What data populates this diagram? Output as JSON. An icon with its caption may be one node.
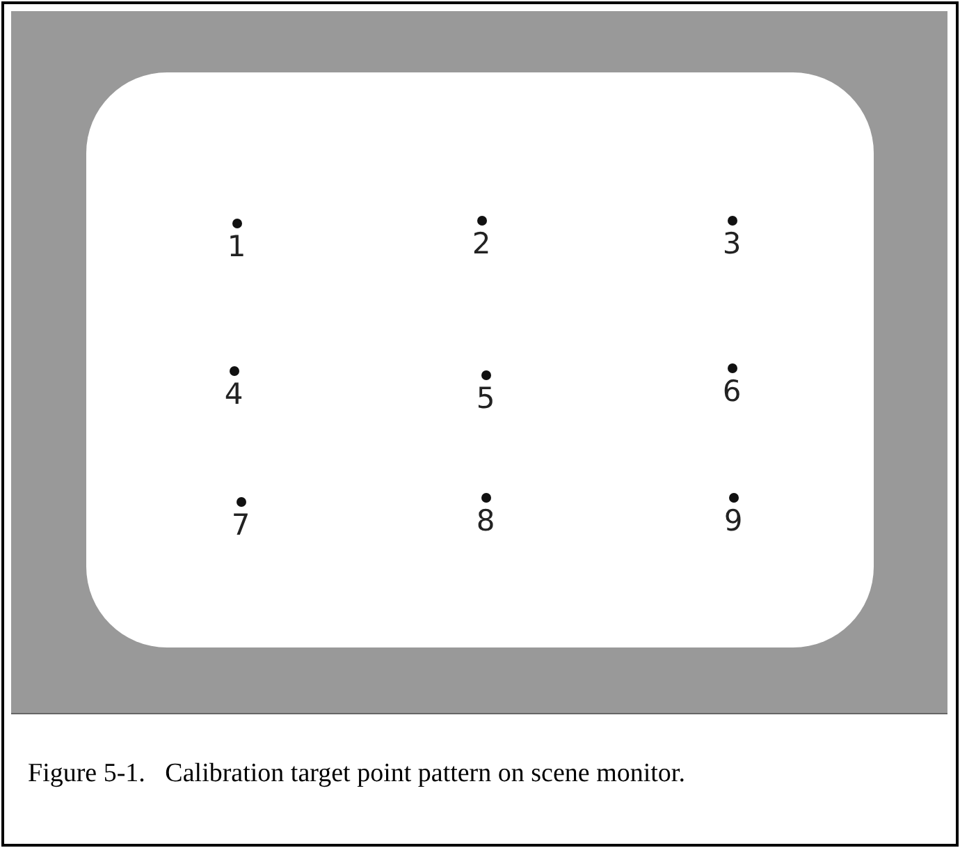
{
  "diagram": {
    "caption": "Figure 5-1.   Calibration target point pattern on scene monitor.",
    "labels": [
      "1",
      "2",
      "3",
      "4",
      "5",
      "6",
      "7",
      "8",
      "9"
    ]
  }
}
